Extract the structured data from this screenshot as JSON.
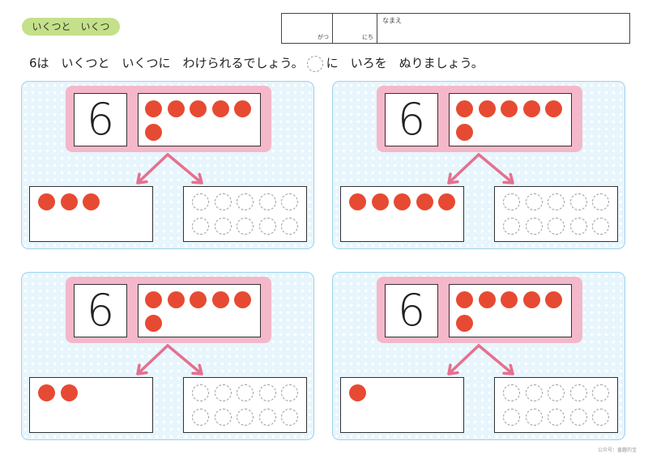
{
  "header": {
    "title": "いくつと　いくつ",
    "name_box": {
      "month_label": "がつ",
      "day_label": "にち",
      "name_label": "なまえ"
    }
  },
  "instruction": {
    "before": "6は　いくつと　いくつに　わけられるでしょう。",
    "after": "に　いろを　ぬりましょう。"
  },
  "problems": [
    {
      "number": "6",
      "total": 6,
      "left_filled": 3,
      "right_empty_slots": 10
    },
    {
      "number": "6",
      "total": 6,
      "left_filled": 5,
      "right_empty_slots": 10
    },
    {
      "number": "6",
      "total": 6,
      "left_filled": 2,
      "right_empty_slots": 10
    },
    {
      "number": "6",
      "total": 6,
      "left_filled": 1,
      "right_empty_slots": 10
    }
  ],
  "footer": "公众号：童趣的宝",
  "colors": {
    "dot_red": "#e74a32",
    "pink": "#f4b8ca",
    "arrow": "#e5708f",
    "panel_bg": "#e7f5fc",
    "title_green": "#c5e08a"
  }
}
